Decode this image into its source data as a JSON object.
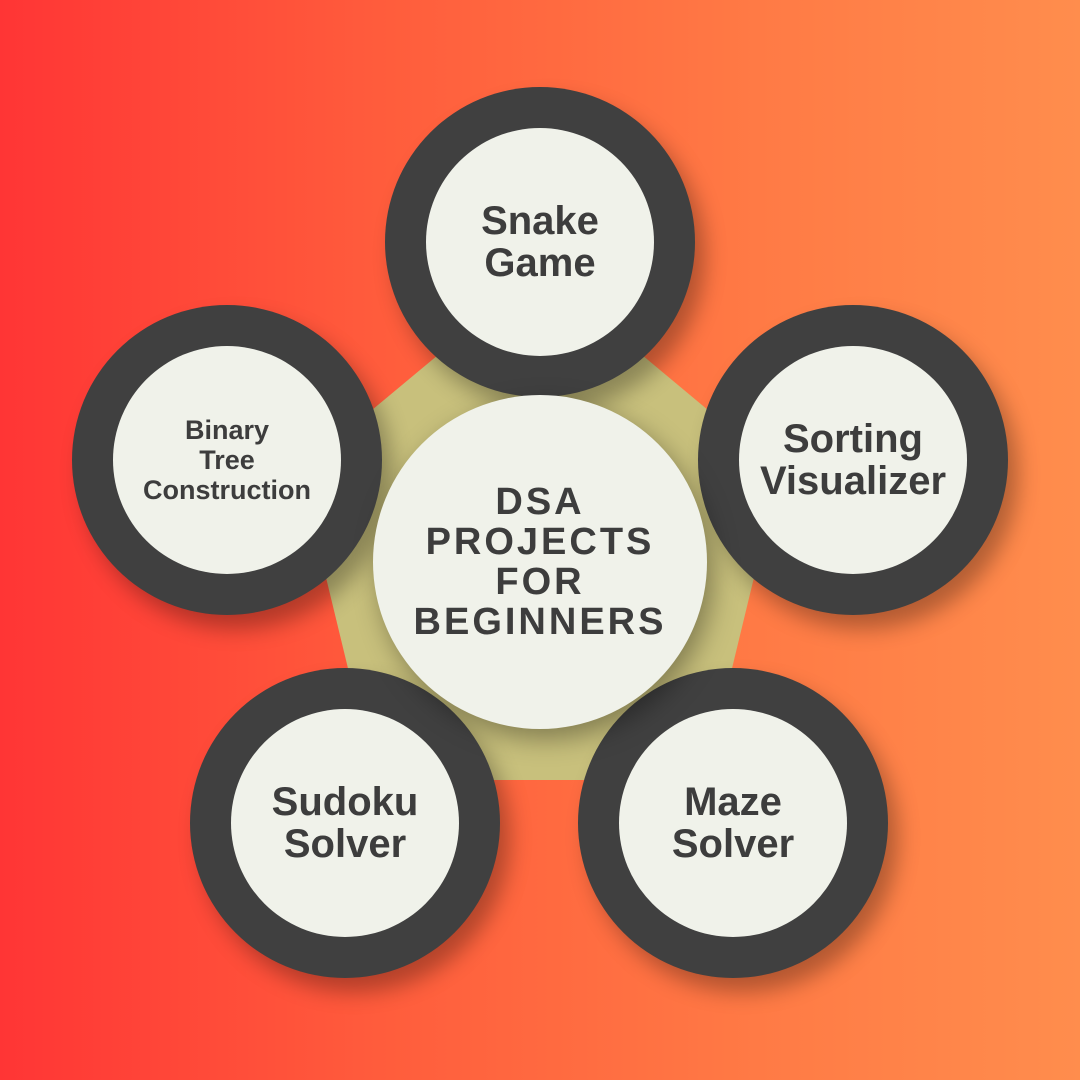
{
  "center": {
    "title": "DSA\nPROJECTS\nFOR\nBEGINNERS"
  },
  "nodes": {
    "snake": "Snake\nGame",
    "sorting": "Sorting\nVisualizer",
    "maze": "Maze\nSolver",
    "sudoku": "Sudoku\nSolver",
    "binary": "Binary\nTree\nConstruction"
  },
  "colors": {
    "background_left": "#ff3535",
    "background_right": "#ff8d4d",
    "ring": "#404040",
    "disc": "#f0f2ea",
    "pentagon": "#c8c07c",
    "text": "#3d3d3d"
  }
}
